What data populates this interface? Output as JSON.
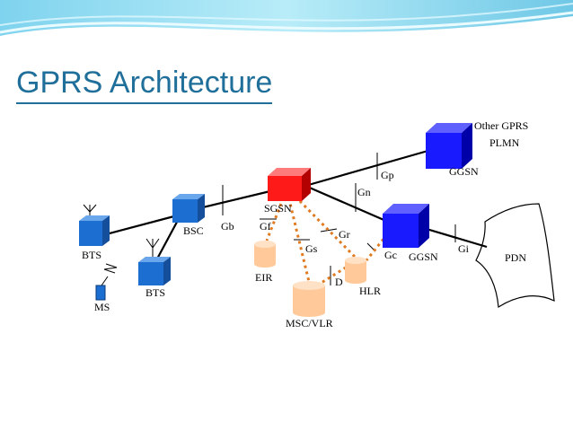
{
  "slide": {
    "title": "GPRS Architecture"
  },
  "labels": {
    "other_gprs": "Other GPRS",
    "plmn": "PLMN",
    "gp": "Gp",
    "ggsn_top": "GGSN",
    "gn": "Gn",
    "sgsn": "SGSN",
    "gb": "Gb",
    "gf": "Gf",
    "bsc": "BSC",
    "gr": "Gr",
    "gs": "Gs",
    "gc": "Gc",
    "ggsn_mid": "GGSN",
    "gi": "Gi",
    "pdn": "PDN",
    "bts1": "BTS",
    "bts2": "BTS",
    "eir": "EIR",
    "d": "D",
    "hlr": "HLR",
    "ms": "MS",
    "msc_vlr": "MSC/VLR"
  },
  "colors": {
    "title": "#1f6f9a",
    "cube_blue": "#1a1aff",
    "cube_light_blue": "#1c6fd1",
    "cube_red": "#ff1a1a",
    "cylinder": "#ffc999",
    "signal_line": "#e07b22"
  }
}
